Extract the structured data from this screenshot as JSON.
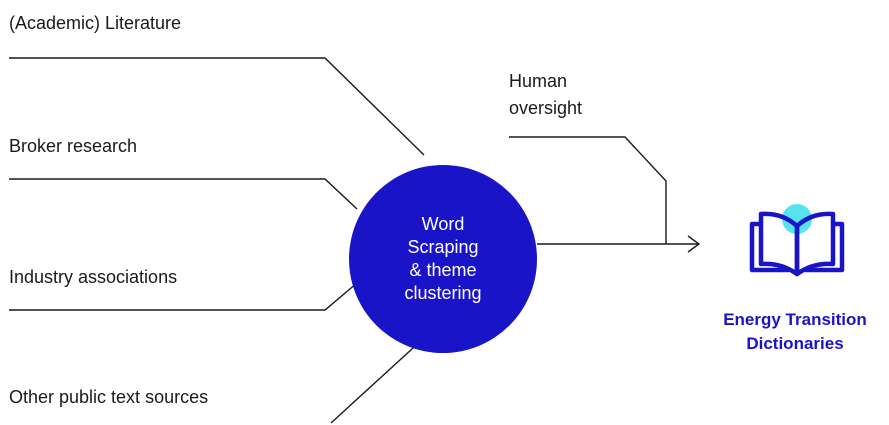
{
  "sources": [
    "(Academic) Literature",
    "Broker research",
    "Industry associations",
    "Other public text sources"
  ],
  "oversight": {
    "line1": "Human",
    "line2": "oversight"
  },
  "hub": {
    "lines": [
      "Word",
      "Scraping",
      "& theme",
      "clustering"
    ],
    "color": "#1a14c8",
    "text_color": "#ffffff"
  },
  "output": {
    "icon": "open-book-icon",
    "line1": "Energy Transition",
    "line2": "Dictionaries",
    "color": "#1a14c8",
    "highlight_color": "#55e3ee"
  },
  "line_color": "#1a1a1a"
}
